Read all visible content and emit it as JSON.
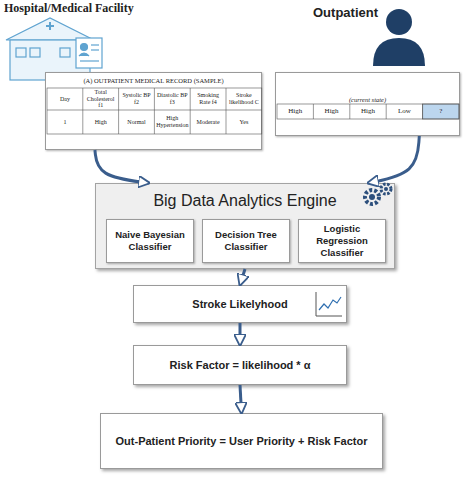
{
  "diagram": {
    "nodes": [
      {
        "text": [
          "(A) OUTPATIENT MEDICAL RECORD (SAMPLE)"
        ]
      },
      {
        "text": [
          "(current state)"
        ]
      },
      {
        "text": [
          "Big Data Analytics Engine"
        ]
      },
      {
        "text": [
          "Naive Bayesian Classifier"
        ],
        "in": 2
      },
      {
        "text": [
          "Decision Tree Classifier"
        ],
        "in": 2
      },
      {
        "text": [
          "Logistic Regression Classifier"
        ],
        "in": 2
      },
      {
        "text": [
          "Stroke Likelyhood"
        ]
      },
      {
        "text": [
          "Risk Factor = likelihood * α"
        ]
      },
      {
        "text": [
          "Out-Patient Priority = User Priority + Risk Factor"
        ]
      }
    ],
    "edges": [
      {
        "from": 0,
        "to": 2,
        "arrow": "to"
      },
      {
        "from": 1,
        "to": 2,
        "arrow": "to"
      },
      {
        "from": 2,
        "to": 6,
        "arrow": "to"
      },
      {
        "from": 6,
        "to": 7,
        "arrow": "to"
      },
      {
        "from": 7,
        "to": 8,
        "arrow": "to"
      }
    ],
    "labels": [
      "Hospital/Medical Facility",
      "Outpatient",
      "Day",
      "Total Cholesterol f1",
      "Systolic BP f2",
      "Diastolic BP f3",
      "Smoking Rate f4",
      "Stroke likelihood C",
      "1",
      "High",
      "Normal",
      "High Hypertension",
      "Moderate",
      "Yes",
      "High",
      "High",
      "High",
      "Low",
      "?"
    ]
  }
}
